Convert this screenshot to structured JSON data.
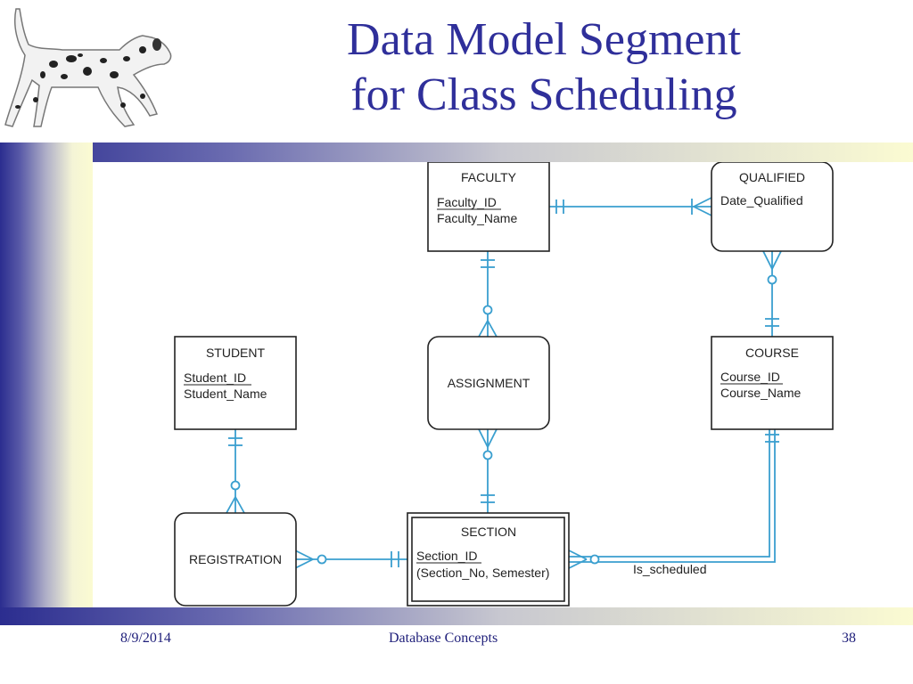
{
  "slide": {
    "title_line1": "Data Model Segment",
    "title_line2": "for Class Scheduling"
  },
  "footer": {
    "date": "8/9/2014",
    "course": "Database Concepts",
    "page": "38"
  },
  "diagram": {
    "entities": {
      "faculty": {
        "name": "FACULTY",
        "key": "Faculty_ID",
        "attrs": [
          "Faculty_Name"
        ]
      },
      "qualified": {
        "name": "QUALIFIED",
        "attrs": [
          "Date_Qualified"
        ]
      },
      "student": {
        "name": "STUDENT",
        "key": "Student_ID",
        "attrs": [
          "Student_Name"
        ]
      },
      "assignment": {
        "name": "ASSIGNMENT"
      },
      "course": {
        "name": "COURSE",
        "key": "Course_ID",
        "attrs": [
          "Course_Name"
        ]
      },
      "registration": {
        "name": "REGISTRATION"
      },
      "section": {
        "name": "SECTION",
        "key": "Section_ID",
        "attrs": [
          "(Section_No, Semester)"
        ]
      }
    },
    "relationship_label": "Is_scheduled",
    "colors": {
      "line": "#3a9fcf",
      "box": "#222222",
      "title": "#2f2f9a"
    }
  }
}
